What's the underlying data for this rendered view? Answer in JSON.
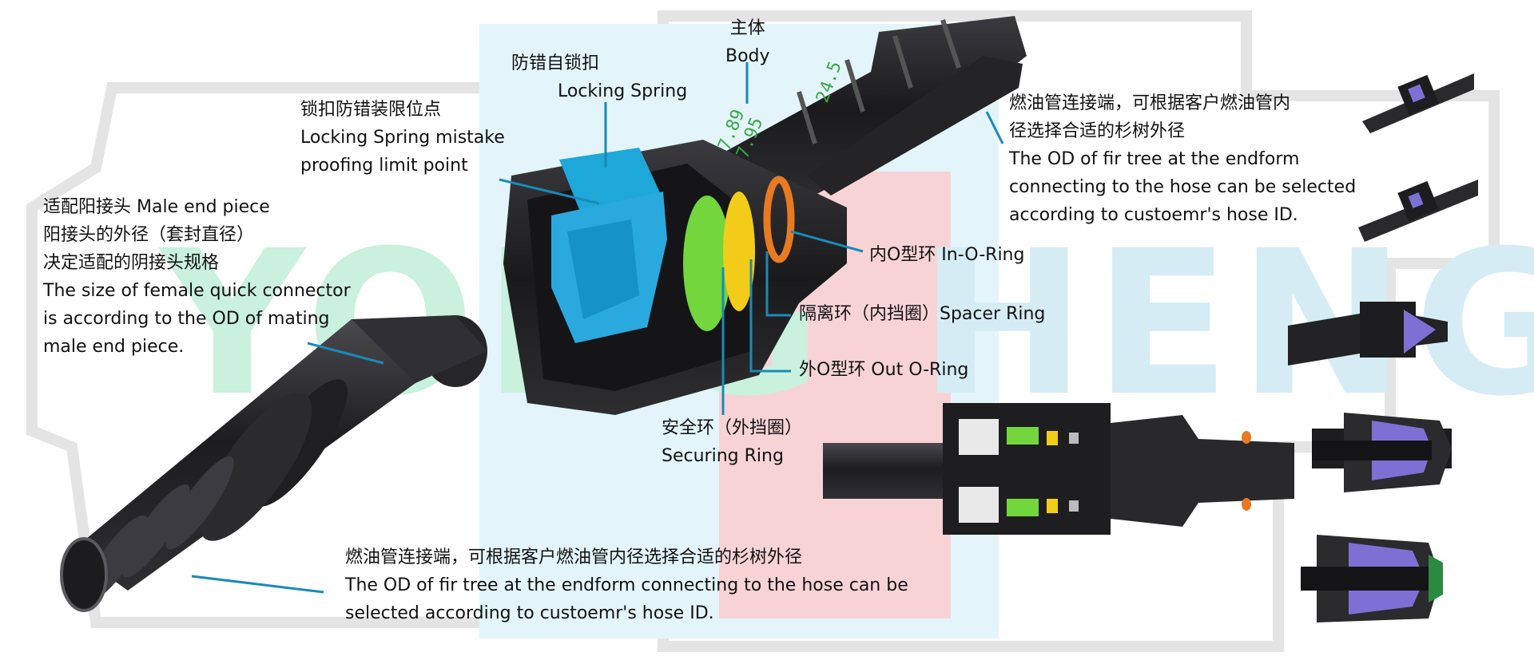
{
  "watermark": {
    "left": "YONG",
    "right": "HENG",
    "left_color": "#c9f1dd",
    "right_color": "#d5ecf4"
  },
  "colors": {
    "leader": "#1a8ab8",
    "spring": "#1ea7d9",
    "securing": "#6fd33a",
    "spacer": "#f2cc18",
    "oring": "#e87a22",
    "body": "#27272a",
    "purple": "#7c70d4"
  },
  "labels": {
    "body": {
      "cn": "主体",
      "en": "Body"
    },
    "locking_spring": {
      "cn": "防错自锁扣",
      "en": "Locking Spring"
    },
    "limit_point": {
      "cn": "锁扣防错装限位点",
      "en1": "Locking Spring  mistake",
      "en2": "proofing limit point"
    },
    "male_end": {
      "cn1": "适配阳接头 Male end piece",
      "cn2": "阳接头的外径（套封直径）",
      "cn3": "决定适配的阴接头规格",
      "en1": "The size of female quick connector",
      "en2": "is according to the OD of mating",
      "en3": "male end piece."
    },
    "endform_top": {
      "cn1": "燃油管连接端，可根据客户燃油管内",
      "cn2": "径选择合适的杉树外径",
      "en1": "The OD of fir tree at the endform",
      "en2": "connecting to the hose can be selected",
      "en3": "according to custoemr's hose ID."
    },
    "in_oring": "内O型环 In-O-Ring",
    "spacer_ring": "隔离环（内挡圈）Spacer Ring",
    "out_oring": "外O型环   Out O-Ring",
    "securing_ring": {
      "cn": "安全环（外挡圈）",
      "en": "Securing Ring"
    },
    "endform_bottom": {
      "cn": "燃油管连接端，可根据客户燃油管内径选择合适的杉树外径",
      "en1": "The OD of fir tree at the endform connecting to the hose can be",
      "en2": "selected according to custoemr's hose ID."
    },
    "body_marks": {
      "a": "7.89",
      "b": "7.95",
      "c": "24.5"
    }
  }
}
